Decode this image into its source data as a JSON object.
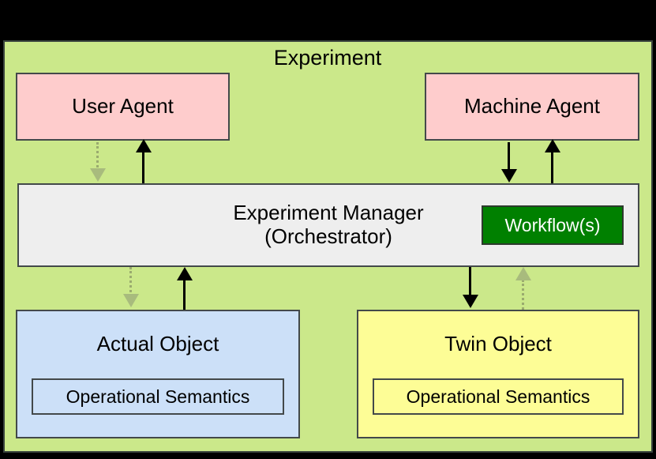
{
  "diagram": {
    "type": "architecture-block-diagram",
    "background_color": "#000000",
    "container": {
      "title": "Experiment",
      "fill": "#cbe88a",
      "stroke": "#3a443e"
    },
    "nodes": {
      "user_agent": {
        "label": "User Agent",
        "fill": "#fecccc",
        "stroke": "#43494a"
      },
      "machine_agent": {
        "label": "Machine Agent",
        "fill": "#fecccc",
        "stroke": "#43494a"
      },
      "experiment_manager": {
        "label_line1": "Experiment Manager",
        "label_line2": "(Orchestrator)",
        "fill": "#eeeeee",
        "stroke": "#43494a",
        "workflow": {
          "label": "Workflow(s)",
          "fill": "#008000",
          "text_color": "#ffffff"
        }
      },
      "actual_object": {
        "label": "Actual Object",
        "fill": "#cce0f8",
        "stroke": "#43494a",
        "semantics_label": "Operational Semantics"
      },
      "twin_object": {
        "label": "Twin Object",
        "fill": "#fdfd96",
        "stroke": "#43494a",
        "semantics_label": "Operational Semantics"
      }
    },
    "edges": [
      {
        "id": "external-to-user-agent",
        "from": "external",
        "to": "user_agent",
        "style": "solid",
        "direction": "down",
        "color": "#000000"
      },
      {
        "id": "external-to-machine-agent",
        "from": "external",
        "to": "machine_agent",
        "style": "solid",
        "direction": "down",
        "color": "#000000"
      },
      {
        "id": "user-agent-to-manager",
        "from": "user_agent",
        "to": "experiment_manager",
        "style": "dotted",
        "direction": "down",
        "color": "#a8bb7d"
      },
      {
        "id": "manager-to-user-agent",
        "from": "experiment_manager",
        "to": "user_agent",
        "style": "solid",
        "direction": "up",
        "color": "#000000"
      },
      {
        "id": "machine-agent-to-manager",
        "from": "machine_agent",
        "to": "experiment_manager",
        "style": "solid",
        "direction": "down",
        "color": "#000000"
      },
      {
        "id": "manager-to-machine-agent",
        "from": "experiment_manager",
        "to": "machine_agent",
        "style": "solid",
        "direction": "up",
        "color": "#000000"
      },
      {
        "id": "manager-to-actual-object",
        "from": "experiment_manager",
        "to": "actual_object",
        "style": "dotted",
        "direction": "down",
        "color": "#a8bb7d"
      },
      {
        "id": "actual-object-to-manager",
        "from": "actual_object",
        "to": "experiment_manager",
        "style": "solid",
        "direction": "up",
        "color": "#000000"
      },
      {
        "id": "manager-to-twin-object",
        "from": "experiment_manager",
        "to": "twin_object",
        "style": "solid",
        "direction": "down",
        "color": "#000000"
      },
      {
        "id": "twin-object-to-manager",
        "from": "twin_object",
        "to": "experiment_manager",
        "style": "dotted",
        "direction": "up",
        "color": "#a8bb7d"
      }
    ]
  }
}
